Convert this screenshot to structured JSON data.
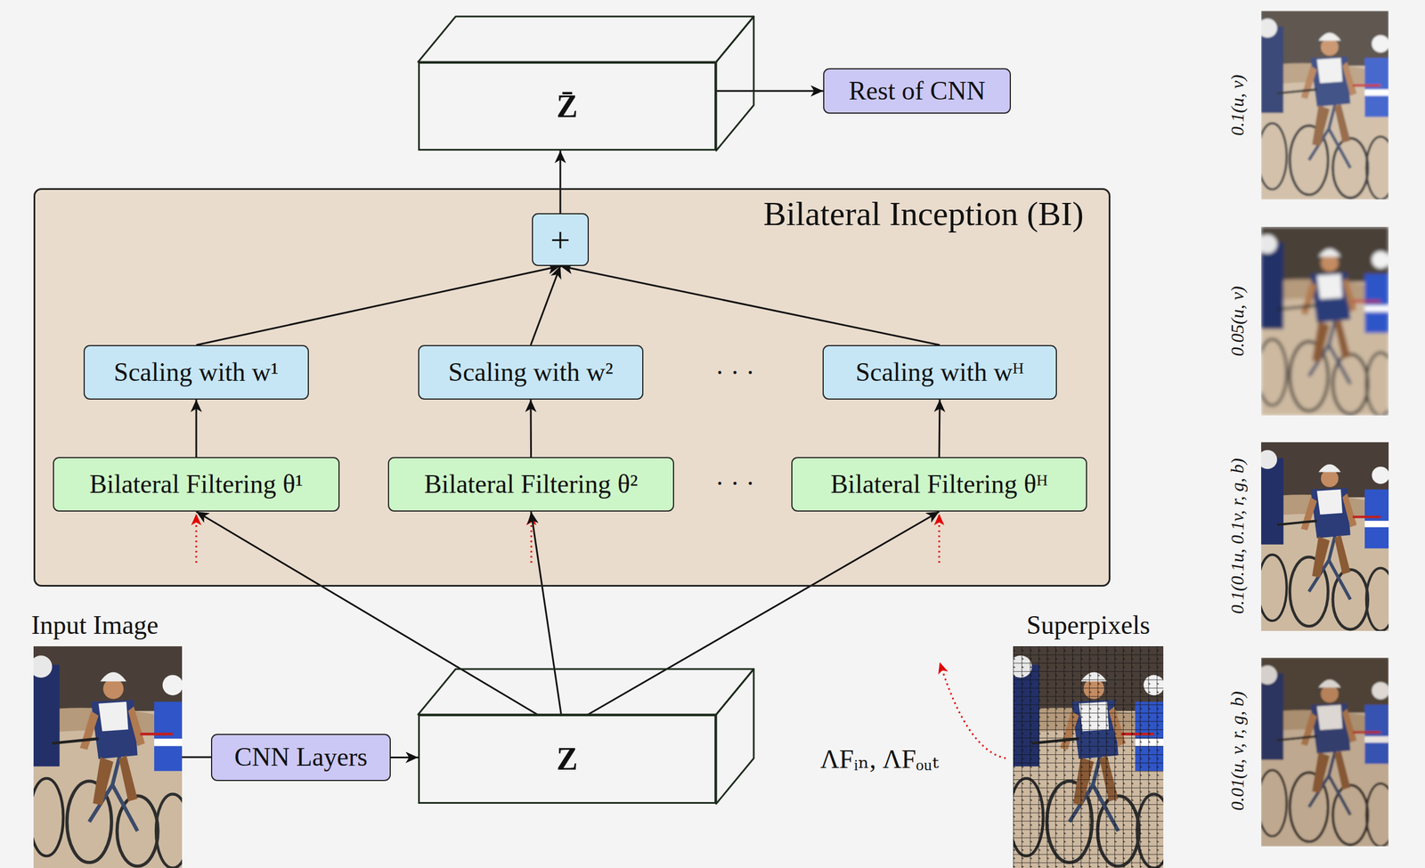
{
  "diagram": {
    "nodes": [
      {
        "text": [
          "Z̄"
        ]
      },
      {
        "text": [
          "Rest of CNN"
        ]
      },
      {
        "text": [
          "Bilateral Inception (BI)"
        ]
      },
      {
        "text": [
          "+"
        ],
        "in": 2
      },
      {
        "text": [
          "Scaling with w¹"
        ],
        "in": 2
      },
      {
        "text": [
          "Scaling with w²"
        ],
        "in": 2
      },
      {
        "text": [
          "Scaling with wᴴ"
        ],
        "in": 2
      },
      {
        "text": [
          "Bilateral Filtering θ¹"
        ],
        "in": 2
      },
      {
        "text": [
          "Bilateral Filtering θ²"
        ],
        "in": 2
      },
      {
        "text": [
          "Bilateral Filtering θᴴ"
        ],
        "in": 2
      },
      {
        "text": [
          "CNN Layers"
        ]
      },
      {
        "text": [
          "Z"
        ]
      }
    ],
    "edges": [
      {
        "from": 10,
        "to": 11,
        "arrow": "to"
      },
      {
        "from": 11,
        "to": 7,
        "arrow": "to"
      },
      {
        "from": 11,
        "to": 8,
        "arrow": "to"
      },
      {
        "from": 11,
        "to": 9,
        "arrow": "to"
      },
      {
        "from": 7,
        "to": 4,
        "arrow": "to"
      },
      {
        "from": 8,
        "to": 5,
        "arrow": "to"
      },
      {
        "from": 9,
        "to": 6,
        "arrow": "to"
      },
      {
        "from": 4,
        "to": 3,
        "arrow": "to"
      },
      {
        "from": 5,
        "to": 3,
        "arrow": "to"
      },
      {
        "from": 6,
        "to": 3,
        "arrow": "to"
      },
      {
        "from": 3,
        "to": 0,
        "arrow": "to"
      },
      {
        "from": 0,
        "to": 1,
        "arrow": "to"
      }
    ],
    "labels": [
      "· · ·",
      "· · ·",
      "Input Image",
      "Superpixels",
      "ΛFᵢₙ, ΛFₒᵤₜ",
      "0.1(u, v)",
      "0.05(u, v)",
      "0.1(0.1u, 0.1v, r, g, b)",
      "0.01(u, v, r, g, b)"
    ]
  }
}
